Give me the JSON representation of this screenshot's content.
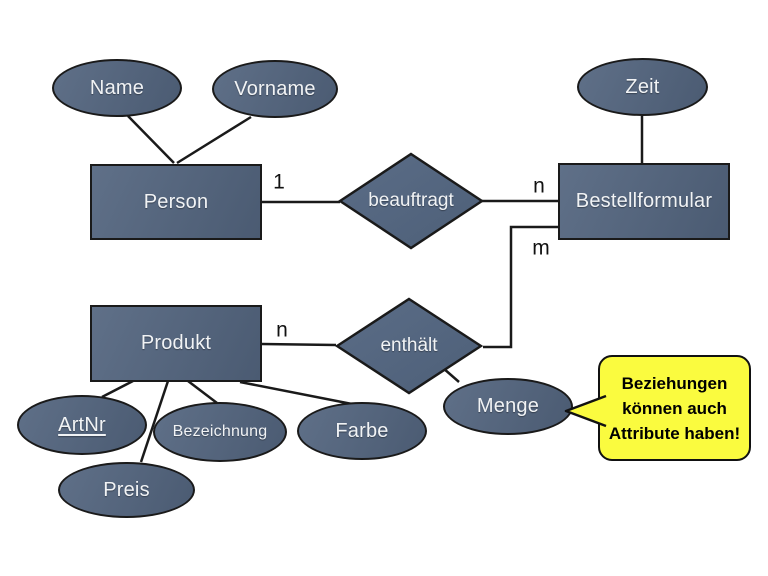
{
  "colors": {
    "background": "#ffffff",
    "shape_fill": "#53657f",
    "shape_border": "#1a1a1a",
    "shape_text": "#f1f3f5",
    "connector": "#1a1a1a",
    "note_fill": "#fafb3f",
    "note_border": "#111111",
    "note_text": "#000000"
  },
  "entities": [
    {
      "label": "Person"
    },
    {
      "label": "Bestellformular"
    },
    {
      "label": "Produkt"
    }
  ],
  "relationships": [
    {
      "label": "beauftragt"
    },
    {
      "label": "enthält"
    }
  ],
  "attributes": [
    {
      "label": "Name",
      "key": false,
      "of": "Person"
    },
    {
      "label": "Vorname",
      "key": false,
      "of": "Person"
    },
    {
      "label": "Zeit",
      "key": false,
      "of": "Bestellformular"
    },
    {
      "label": "ArtNr",
      "key": true,
      "of": "Produkt"
    },
    {
      "label": "Bezeichnung",
      "key": false,
      "of": "Produkt"
    },
    {
      "label": "Farbe",
      "key": false,
      "of": "Produkt"
    },
    {
      "label": "Preis",
      "key": false,
      "of": "Produkt"
    },
    {
      "label": "Menge",
      "key": false,
      "of": "enthält"
    }
  ],
  "cardinalities": [
    {
      "label": "1",
      "edge": "Person–beauftragt"
    },
    {
      "label": "n",
      "edge": "beauftragt–Bestellformular"
    },
    {
      "label": "m",
      "edge": "Bestellformular–enthält"
    },
    {
      "label": "n",
      "edge": "Produkt–enthält"
    }
  ],
  "connections": [
    [
      "Name",
      "Person"
    ],
    [
      "Vorname",
      "Person"
    ],
    [
      "Person",
      "beauftragt"
    ],
    [
      "beauftragt",
      "Bestellformular"
    ],
    [
      "Zeit",
      "Bestellformular"
    ],
    [
      "Bestellformular",
      "enthält"
    ],
    [
      "Produkt",
      "enthält"
    ],
    [
      "enthält",
      "Menge"
    ],
    [
      "ArtNr",
      "Produkt"
    ],
    [
      "Preis",
      "Produkt"
    ],
    [
      "Bezeichnung",
      "Produkt"
    ],
    [
      "Farbe",
      "Produkt"
    ]
  ],
  "note": {
    "lines": [
      "Beziehungen",
      "können auch",
      "Attribute haben!"
    ]
  }
}
